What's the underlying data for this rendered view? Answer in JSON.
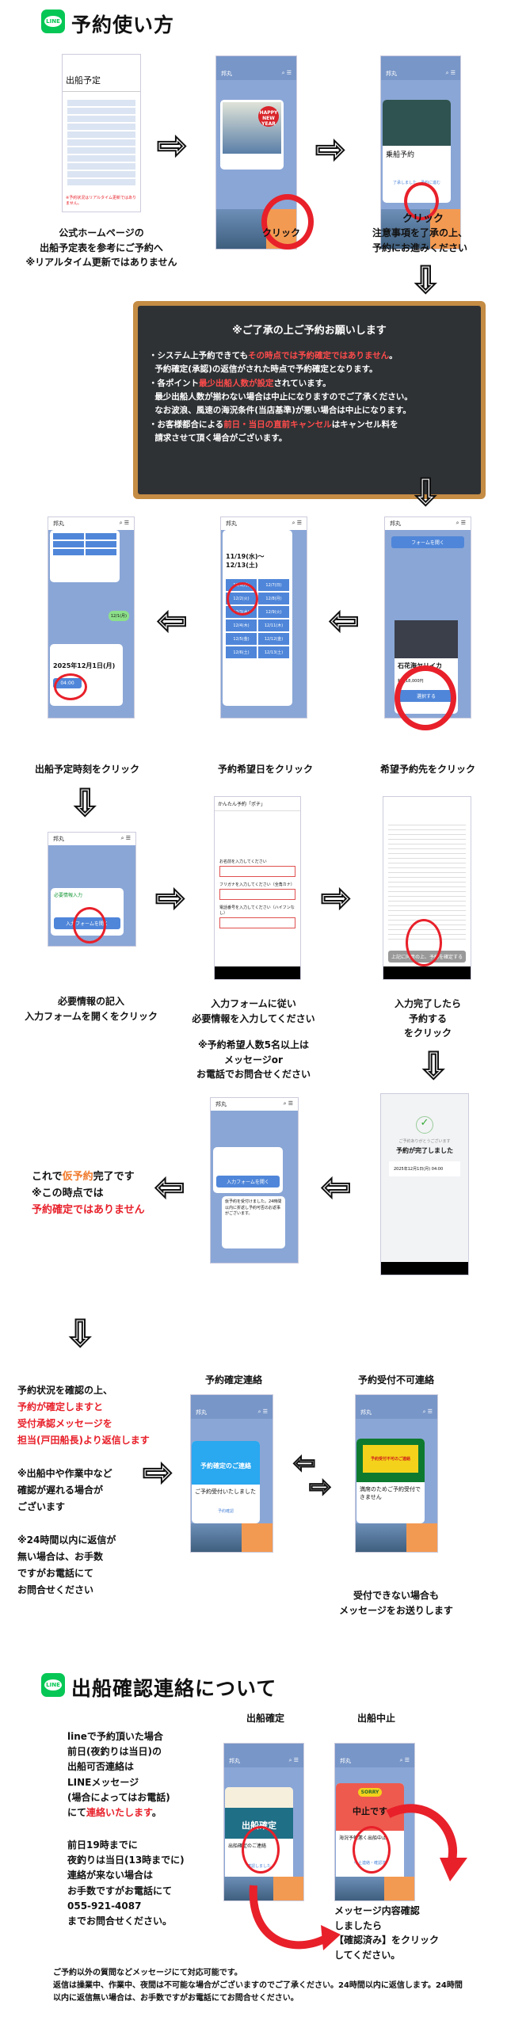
{
  "section1": {
    "logo_text": "LINE",
    "title": "予約使い方",
    "steps": {
      "s1": {
        "caption": "公式ホームページの\n出船予定表を参考にご予約へ\n※リアルタイム更新ではありません",
        "screen_title": "出船予定",
        "notice": "※予約状況はリアルタイム更新ではありません。"
      },
      "s2": {
        "caption": "クリック",
        "banner": "HAPPY NEW YEAR",
        "chat_name": "邦丸"
      },
      "s3": {
        "caption": "注意事項を了承の上、\n予約にお進みください",
        "card_title": "乗船予約",
        "card_link": "了承しました、予約に進む",
        "click_label": "クリック"
      }
    },
    "notice_board": {
      "title": "※ご了承の上ご予約お願いします",
      "b1_a": "・システム上予約できても",
      "b1_red": "その時点では予約確定ではありません",
      "b1_b": "。",
      "b1_c": "予約確定(承認)の返信がされた時点で予約確定となります。",
      "b2_a": "・各ポイント",
      "b2_red": "最少出船人数が設定",
      "b2_b": "されています。",
      "b2_c": "最少出船人数が揃わない場合は中止になりますのでご了承ください。",
      "b2_d": "なお波浪、風速の海況条件(当店基準)が悪い場合は中止になります。",
      "b3_a": "・お客様都合による",
      "b3_red": "前日・当日の直前キャンセル",
      "b3_b": "はキャンセル料を",
      "b3_c": "請求させて頂く場合がございます。"
    },
    "row2": {
      "time": {
        "caption": "出船予定時刻をクリック",
        "date_label": "2025年12月1日(月)",
        "time_btn": "04:00",
        "reply": "12/1(月)"
      },
      "date": {
        "caption": "予約希望日をクリック",
        "range": "11/19(水)〜12/13(土)",
        "dates": [
          "12/1(月)",
          "12/7(日)",
          "12/2(火)",
          "12/8(月)",
          "12/3(水)",
          "12/9(火)",
          "12/4(木)",
          "12/11(木)",
          "12/5(金)",
          "12/12(金)",
          "12/6(土)",
          "12/13(土)"
        ]
      },
      "dest": {
        "caption": "希望予約先をクリック",
        "dest_name": "石花海ヤリイカ",
        "price": "料金18,000円",
        "select_btn": "選択する",
        "form_btn": "フォームを開く"
      }
    },
    "row3": {
      "open_form": {
        "caption": "必要情報の記入\n入力フォームを開くをクリック",
        "card_title": "必要情報入力",
        "btn": "入力フォームを開く"
      },
      "fill_form": {
        "caption": "入力フォームに従い\n必要情報を入力してください",
        "note": "※予約希望人数5名以上は\nメッセージor\nお電話でお問合せください",
        "header": "かんたん予約「ポチ」",
        "f1": "お名前を入力してください",
        "f2": "フリガナを入力してください（全角カナ）",
        "f3": "電話番号を入力してください（ハイフンなし）"
      },
      "submit": {
        "caption": "入力完了したら\n予約する\nをクリック",
        "btn": "上記に同意の上、予約を確定する"
      }
    },
    "row4": {
      "done_text_a": "これで",
      "done_text_orange": "仮予約",
      "done_text_b": "完了です",
      "done_text_c": "※この時点では",
      "done_text_red": "予約確定ではありません",
      "chat_msg": "仮予約を受付けました。24時間以内に折返し予約可否のお返事がございます。",
      "complete_thanks": "ご予約ありがとうございます",
      "complete_title": "予約が完了しました",
      "complete_date": "2025年12月1日(月) 04:00"
    },
    "row5": {
      "text_a": "予約状況を確認の上、",
      "text_red": "予約が確定しますと\n受付承認メッセージを\n担当(戸田船長)より返信します",
      "text_b": "※出船中や作業中など\n確認が遅れる場合が\nございます",
      "text_c": "※24時間以内に返信が\n無い場合は、お手数\nですがお電話にて\nお問合せください",
      "confirm_header": "予約確定連絡",
      "confirm_banner": "予約確定のご連絡",
      "confirm_msg": "ご予約受付いたしました",
      "confirm_link": "予約確認",
      "reject_header": "予約受付不可連絡",
      "reject_banner": "予約受付不可のご連絡",
      "reject_msg": "満席のためご予約受付できません",
      "reject_caption": "受付できない場合も\nメッセージをお送りします"
    }
  },
  "section2": {
    "logo_text": "LINE",
    "title": "出船確認連絡について",
    "left_a": "lineで予約頂いた場合\n前日(夜釣りは当日)の\n出船可否連絡は\nLINEメッセージ\n(場合によってはお電話)\nにて",
    "left_red": "連絡いたします",
    "left_end": "。",
    "left_b": "前日19時までに\n夜釣りは当日(13時までに)\n連絡が来ない場合は\nお手数ですがお電話にて\n055-921-4087\nまでお問合せください。",
    "go_header": "出船確定",
    "go_banner": "出船確定",
    "go_msg": "出船確定のご連絡",
    "go_btn": "確認しました",
    "stop_header": "出船中止",
    "stop_sorry": "SORRY",
    "stop_banner": "中止です",
    "stop_msg": "海況予報悪く出船中止",
    "stop_btn": "中止連絡・確認済",
    "right_caption": "メッセージ内容確認\nしましたら\n【確認済み】をクリック\nしてください。",
    "footer": "ご予約以外の質問などメッセージにて対応可能です。\n返信は操業中、作業中、夜間は不可能な場合がございますのでご了承ください。24時間以内に返信します。24時間以内に返信無い場合は、お手数ですがお電話にてお問合せください。"
  },
  "colors": {
    "line_green": "#06c755",
    "red": "#e8202a",
    "orange": "#f07a2c",
    "board": "#2f3235"
  }
}
